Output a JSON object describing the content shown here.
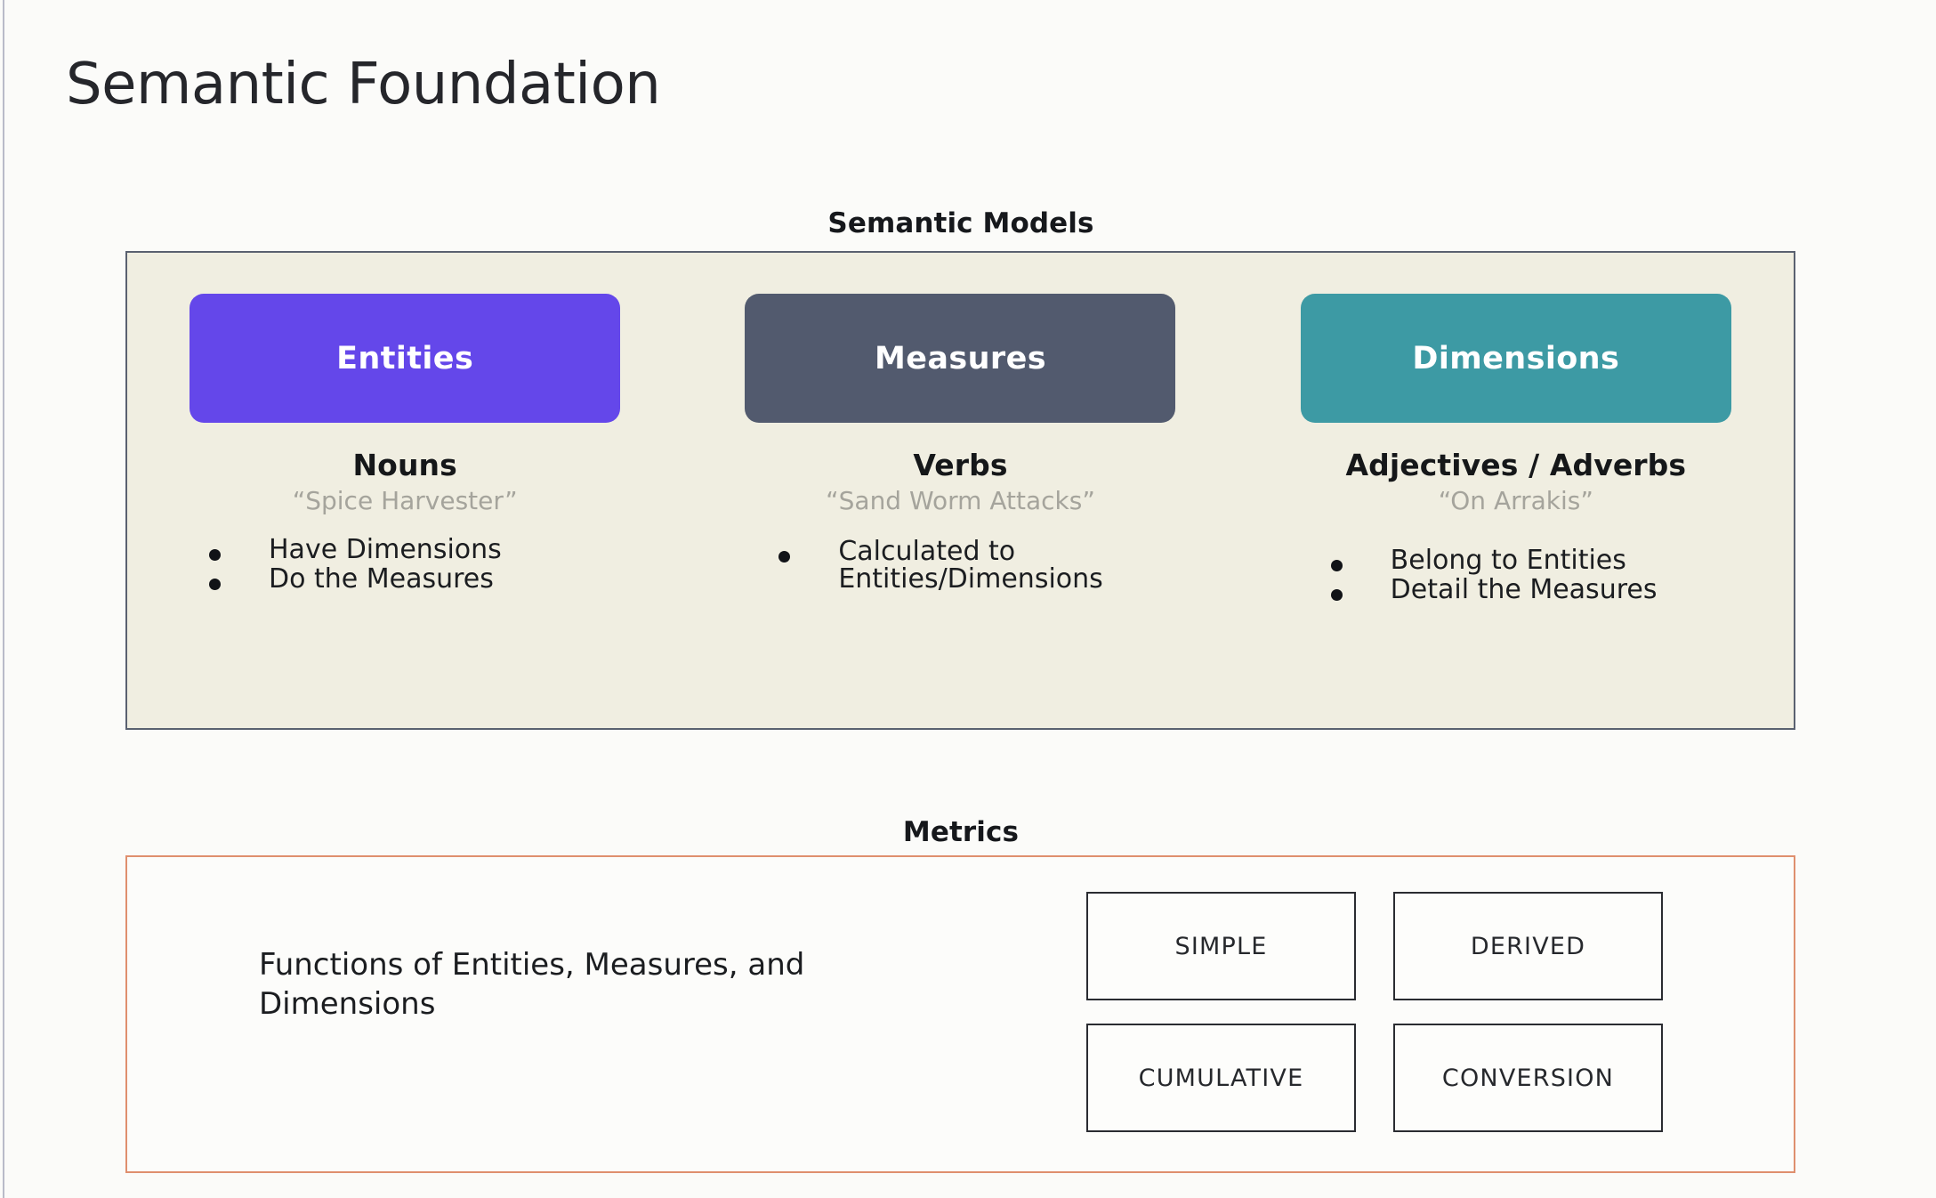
{
  "slide": {
    "title": "Semantic Foundation"
  },
  "semantic_models": {
    "heading": "Semantic Models",
    "columns": [
      {
        "pill_label": "Entities",
        "pill_color": "#6447ea",
        "part_of_speech": "Nouns",
        "example": "“Spice Harvester”",
        "bullets": [
          "Have Dimensions",
          "Do the Measures"
        ]
      },
      {
        "pill_label": "Measures",
        "pill_color": "#525a6e",
        "part_of_speech": "Verbs",
        "example": "“Sand Worm Attacks”",
        "bullets": [
          "Calculated to Entities/Dimensions"
        ]
      },
      {
        "pill_label": "Dimensions",
        "pill_color": "#3d9aa4",
        "part_of_speech": "Adjectives / Adverbs",
        "example": "“On Arrakis”",
        "bullets": [
          "Belong to Entities",
          "Detail the Measures"
        ]
      }
    ]
  },
  "metrics": {
    "heading": "Metrics",
    "description": "Functions of Entities, Measures, and Dimensions",
    "types": [
      "SIMPLE",
      "DERIVED",
      "CUMULATIVE",
      "CONVERSION"
    ],
    "border_color": "#df8f6e"
  },
  "colors": {
    "page_background": "#fbfbf9",
    "panel_background": "#f0eee1",
    "panel_border": "#5a6170",
    "muted_text": "#a5a49c"
  }
}
